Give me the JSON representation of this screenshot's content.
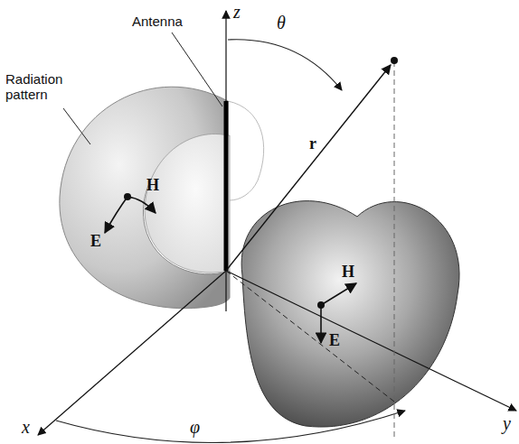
{
  "diagram": {
    "labels": [
      "z",
      "Antenna",
      "θ",
      "Radiation pattern",
      "r",
      "H",
      "E",
      "H",
      "E",
      "x",
      "φ",
      "y"
    ]
  }
}
